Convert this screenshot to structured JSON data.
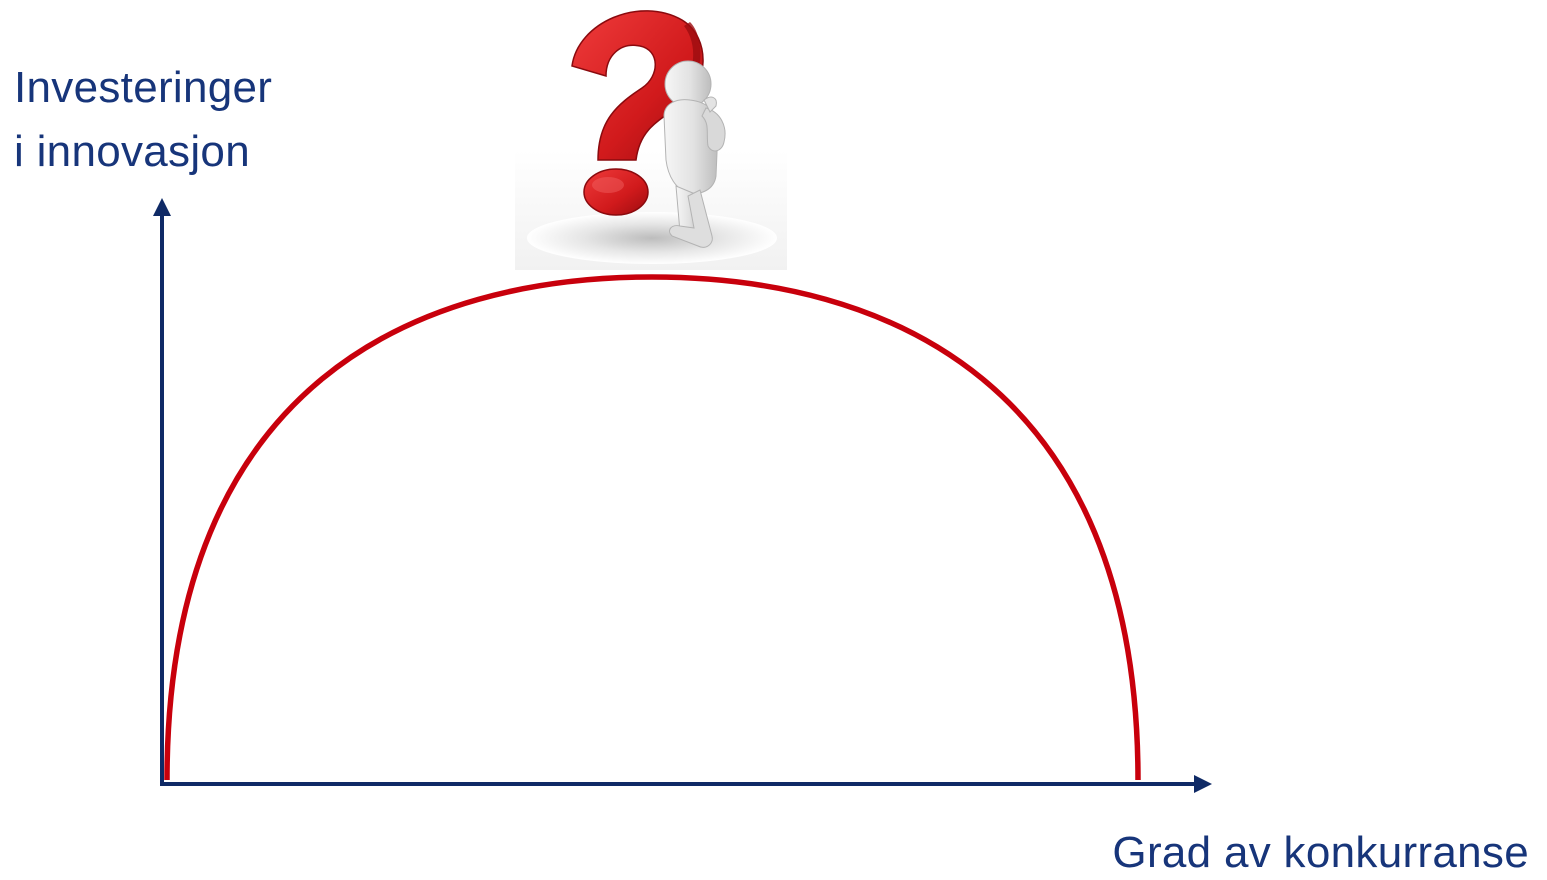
{
  "axes": {
    "y_label_line1": "Investeringer",
    "y_label_line2": "i innovasjon",
    "x_label": "Grad av konkurranse"
  },
  "colors": {
    "axis": "#0f2a66",
    "curve": "#c8000c",
    "text": "#17357a",
    "question_mark": "#d5171a",
    "figure": "#e6e6e6"
  },
  "illustration": {
    "icon": "thinking-person-question-mark-icon"
  }
}
